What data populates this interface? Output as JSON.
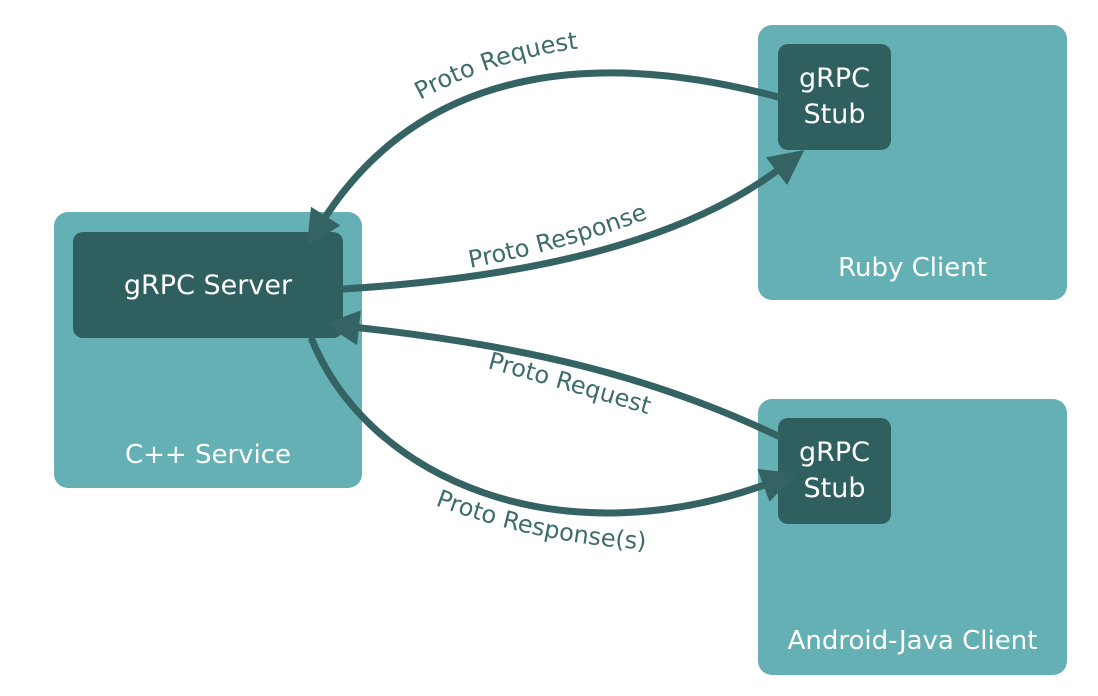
{
  "colors": {
    "panel": "#65b0b5",
    "inner": "#2f5f5f",
    "arrow": "#356262",
    "text_light": "#ffffff",
    "label_text": "#3e6b6b"
  },
  "service": {
    "caption": "C++ Service",
    "server_label": "gRPC Server"
  },
  "clients": [
    {
      "caption": "Ruby Client",
      "stub_line1": "gRPC",
      "stub_line2": "Stub"
    },
    {
      "caption": "Android-Java Client",
      "stub_line1": "gRPC",
      "stub_line2": "Stub"
    }
  ],
  "edges": [
    {
      "label": "Proto Request"
    },
    {
      "label": "Proto Response"
    },
    {
      "label": "Proto Request"
    },
    {
      "label": "Proto Response(s)"
    }
  ]
}
